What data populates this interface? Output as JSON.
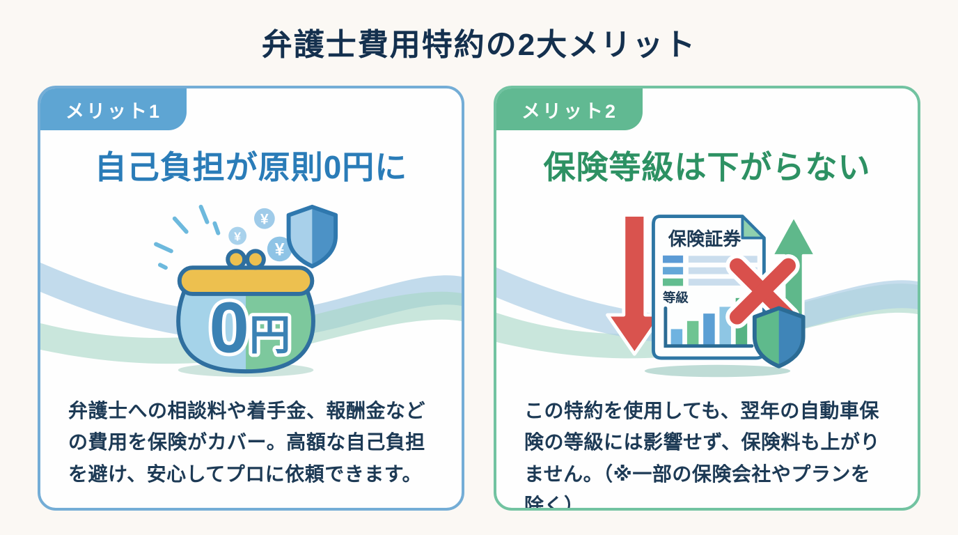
{
  "title": "弁護士費用特約の2大メリット",
  "cards": [
    {
      "badge": "メリット1",
      "heading": "自己負担が原則0円に",
      "body": "弁護士への相談料や着手金、報酬金などの費用を保険がカバー。高額な自己負担を避け、安心してプロに依頼できます。",
      "accent_color": "#5ea5d3",
      "border_color": "#74add6",
      "heading_color": "#2a7cb8",
      "illustration": {
        "amount_number": "0",
        "amount_unit": "円",
        "yen_symbol": "¥"
      }
    },
    {
      "badge": "メリット2",
      "heading": "保険等級は下がらない",
      "body": "この特約を使用しても、翌年の自動車保険の等級には影響せず、保険料も上がりません。（※一部の保険会社やプランを除く）",
      "accent_color": "#61b992",
      "border_color": "#72c3a1",
      "heading_color": "#2d9163",
      "illustration": {
        "document_title": "保険証券",
        "grade_label": "等級"
      }
    }
  ],
  "colors": {
    "page_background": "#fbf8f4",
    "title_text": "#14304e",
    "body_text": "#1d3a55",
    "negative_red": "#d9534e",
    "positive_green": "#5fb88b",
    "wave_blue": "#aecfe5",
    "wave_green": "#a5d6c4",
    "gold_clasp": "#edc04f"
  }
}
